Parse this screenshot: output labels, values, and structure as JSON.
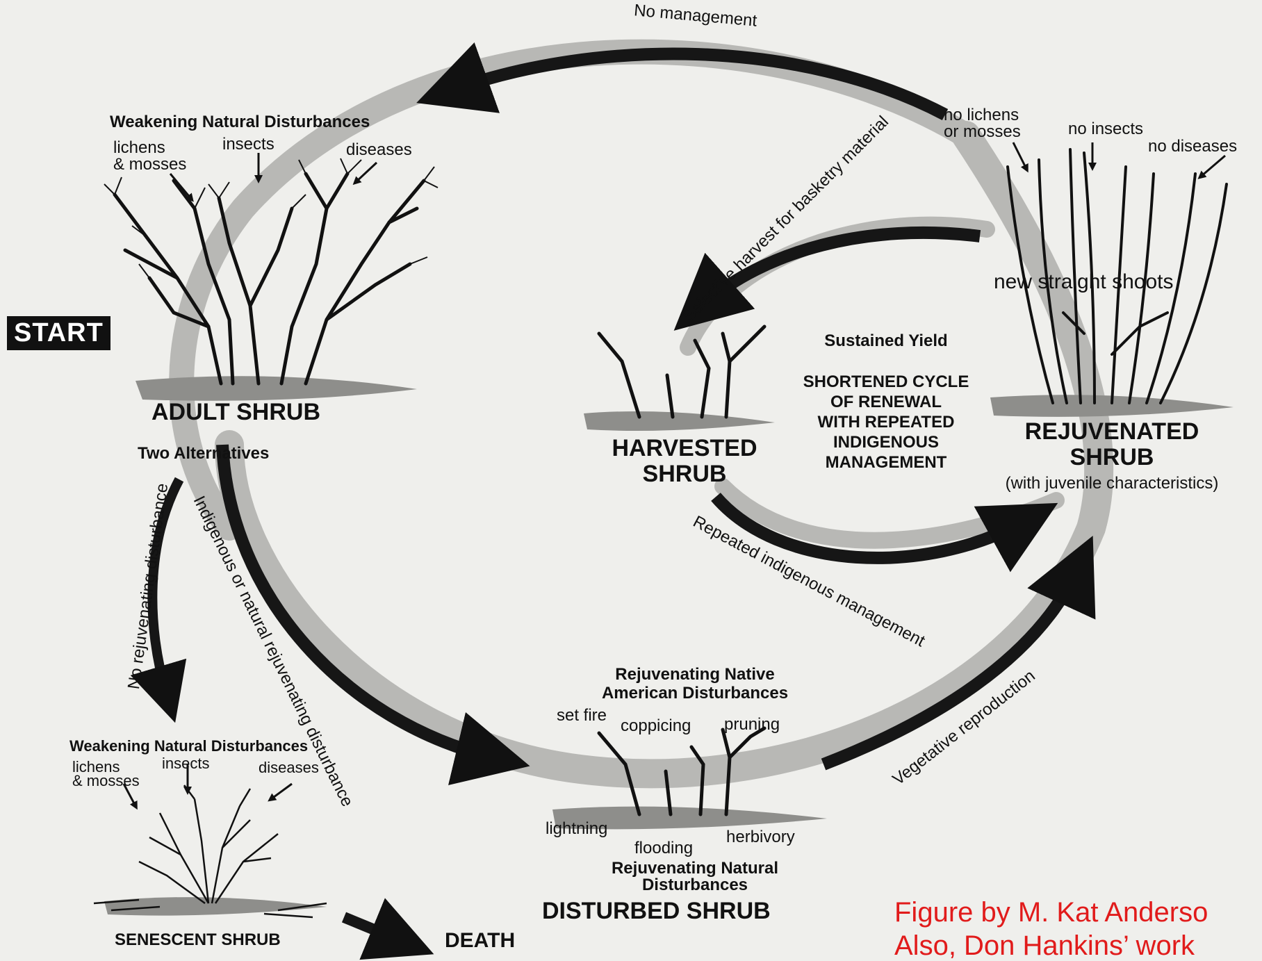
{
  "start": "START",
  "adult": {
    "weakening": "Weakening Natural Disturbances",
    "lichens": "lichens",
    "mosses": "& mosses",
    "insects": "insects",
    "diseases": "diseases",
    "name": "ADULT SHRUB",
    "two_alternatives": "Two Alternatives"
  },
  "arrows": {
    "no_management": "No management",
    "selective_harvest": "Selective harvest for basketry material",
    "repeated_management": "Repeated indigenous management",
    "no_rejuvenating": "No rejuvenating disturbance",
    "indigenous_rejuvenating": "Indigenous or natural rejuvenating disturbance",
    "vegetative": "Vegetative reproduction"
  },
  "rejuvenated": {
    "no_lichens_1": "no lichens",
    "no_lichens_2": "or mosses",
    "no_insects": "no insects",
    "no_diseases": "no diseases",
    "new_shoots": "new straight shoots",
    "name_1": "REJUVENATED",
    "name_2": "SHRUB",
    "juvenile": "(with juvenile characteristics)"
  },
  "harvested": {
    "name_1": "HARVESTED",
    "name_2": "SHRUB"
  },
  "center": {
    "sustained_yield": "Sustained Yield",
    "line1": "SHORTENED CYCLE",
    "line2": "OF RENEWAL",
    "line3": "WITH REPEATED",
    "line4": "INDIGENOUS",
    "line5": "MANAGEMENT"
  },
  "disturbed": {
    "native_1": "Rejuvenating Native",
    "native_2": "American Disturbances",
    "set_fire": "set fire",
    "coppicing": "coppicing",
    "pruning": "pruning",
    "lightning": "lightning",
    "flooding": "flooding",
    "herbivory": "herbivory",
    "natural_1": "Rejuvenating Natural",
    "natural_2": "Disturbances",
    "name": "DISTURBED SHRUB"
  },
  "senescent": {
    "weakening": "Weakening Natural Disturbances",
    "lichens": "lichens",
    "mosses": "& mosses",
    "insects": "insects",
    "diseases": "diseases",
    "name": "SENESCENT SHRUB",
    "death": "DEATH"
  },
  "credit": {
    "line1": "Figure by M. Kat Anderso",
    "line2": "Also, Don Hankins’ work"
  },
  "colors": {
    "background": "#efefec",
    "ink": "#111111",
    "grey_band": "#b5b5b3",
    "ground": "#8a8a88",
    "credit": "#e11b1b"
  }
}
